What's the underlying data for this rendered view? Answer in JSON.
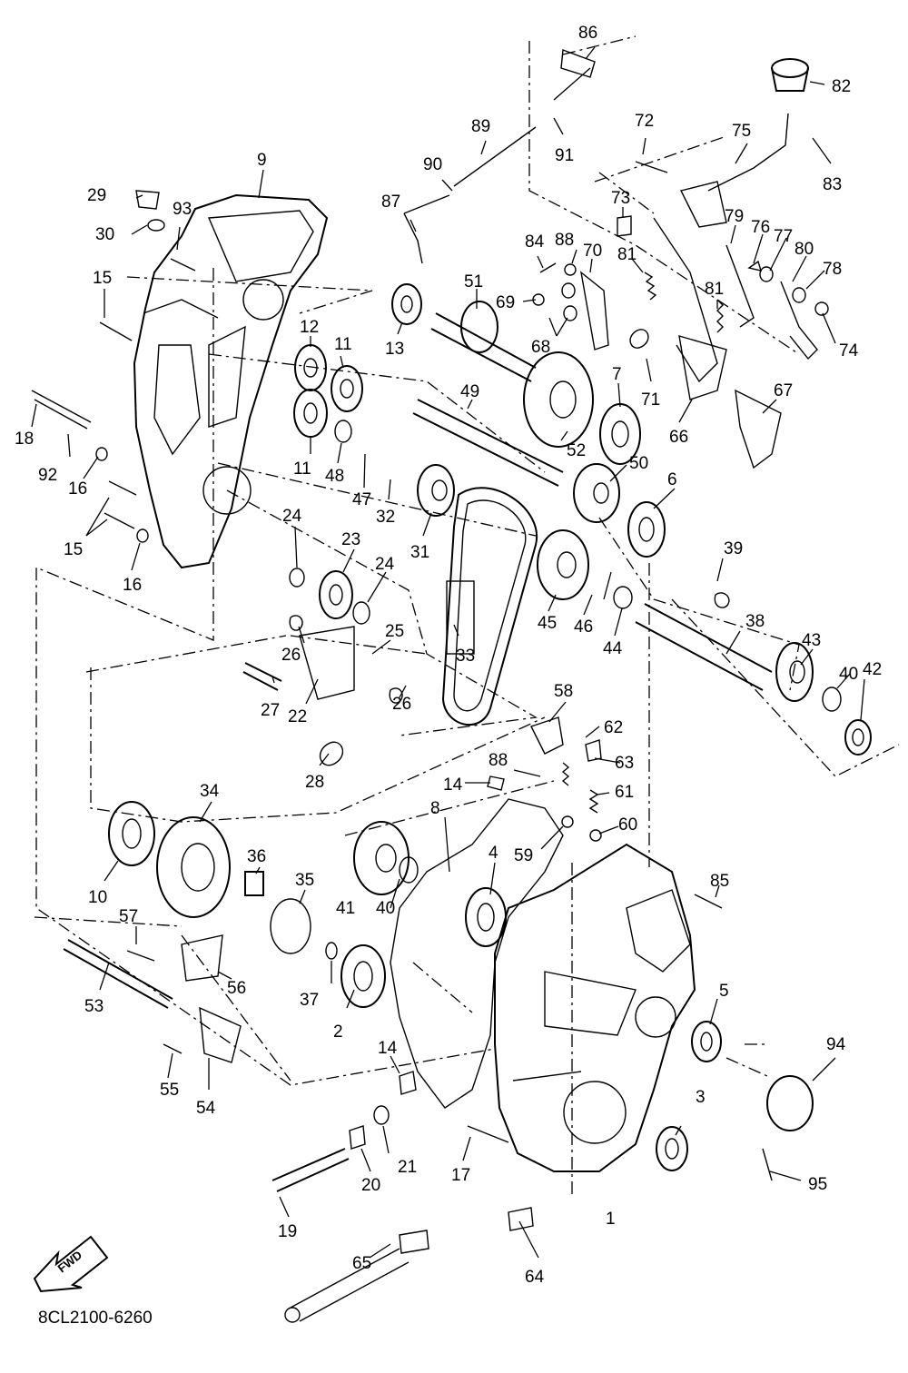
{
  "diagram": {
    "code": "8CL2100-6260",
    "fwd_label": "FWD",
    "labels": {
      "1": "1",
      "2": "2",
      "3": "3",
      "4": "4",
      "5": "5",
      "6": "6",
      "7": "7",
      "8": "8",
      "9": "9",
      "10": "10",
      "11a": "11",
      "11b": "11",
      "12": "12",
      "13": "13",
      "14a": "14",
      "14b": "14",
      "15a": "15",
      "15b": "15",
      "16a": "16",
      "16b": "16",
      "17": "17",
      "18": "18",
      "19": "19",
      "20": "20",
      "21": "21",
      "22": "22",
      "23": "23",
      "24a": "24",
      "24b": "24",
      "25": "25",
      "26a": "26",
      "26b": "26",
      "27": "27",
      "28": "28",
      "29": "29",
      "30": "30",
      "31": "31",
      "32": "32",
      "33": "33",
      "34": "34",
      "35": "35",
      "36": "36",
      "37": "37",
      "38": "38",
      "39": "39",
      "40a": "40",
      "40b": "40",
      "41": "41",
      "42": "42",
      "43": "43",
      "44": "44",
      "45": "45",
      "46": "46",
      "47": "47",
      "48": "48",
      "49": "49",
      "50": "50",
      "51": "51",
      "52": "52",
      "53": "53",
      "54": "54",
      "55": "55",
      "56": "56",
      "57": "57",
      "58": "58",
      "59": "59",
      "60": "60",
      "61": "61",
      "62": "62",
      "63": "63",
      "64": "64",
      "65": "65",
      "66": "66",
      "67": "67",
      "68": "68",
      "69": "69",
      "70": "70",
      "71": "71",
      "72": "72",
      "73": "73",
      "74": "74",
      "75": "75",
      "76": "76",
      "77": "77",
      "78": "78",
      "79": "79",
      "80": "80",
      "81a": "81",
      "81b": "81",
      "82": "82",
      "83": "83",
      "84": "84",
      "85": "85",
      "86": "86",
      "87": "87",
      "88a": "88",
      "88b": "88",
      "89": "89",
      "90": "90",
      "91": "91",
      "92": "92",
      "93": "93",
      "94": "94",
      "95": "95"
    }
  }
}
